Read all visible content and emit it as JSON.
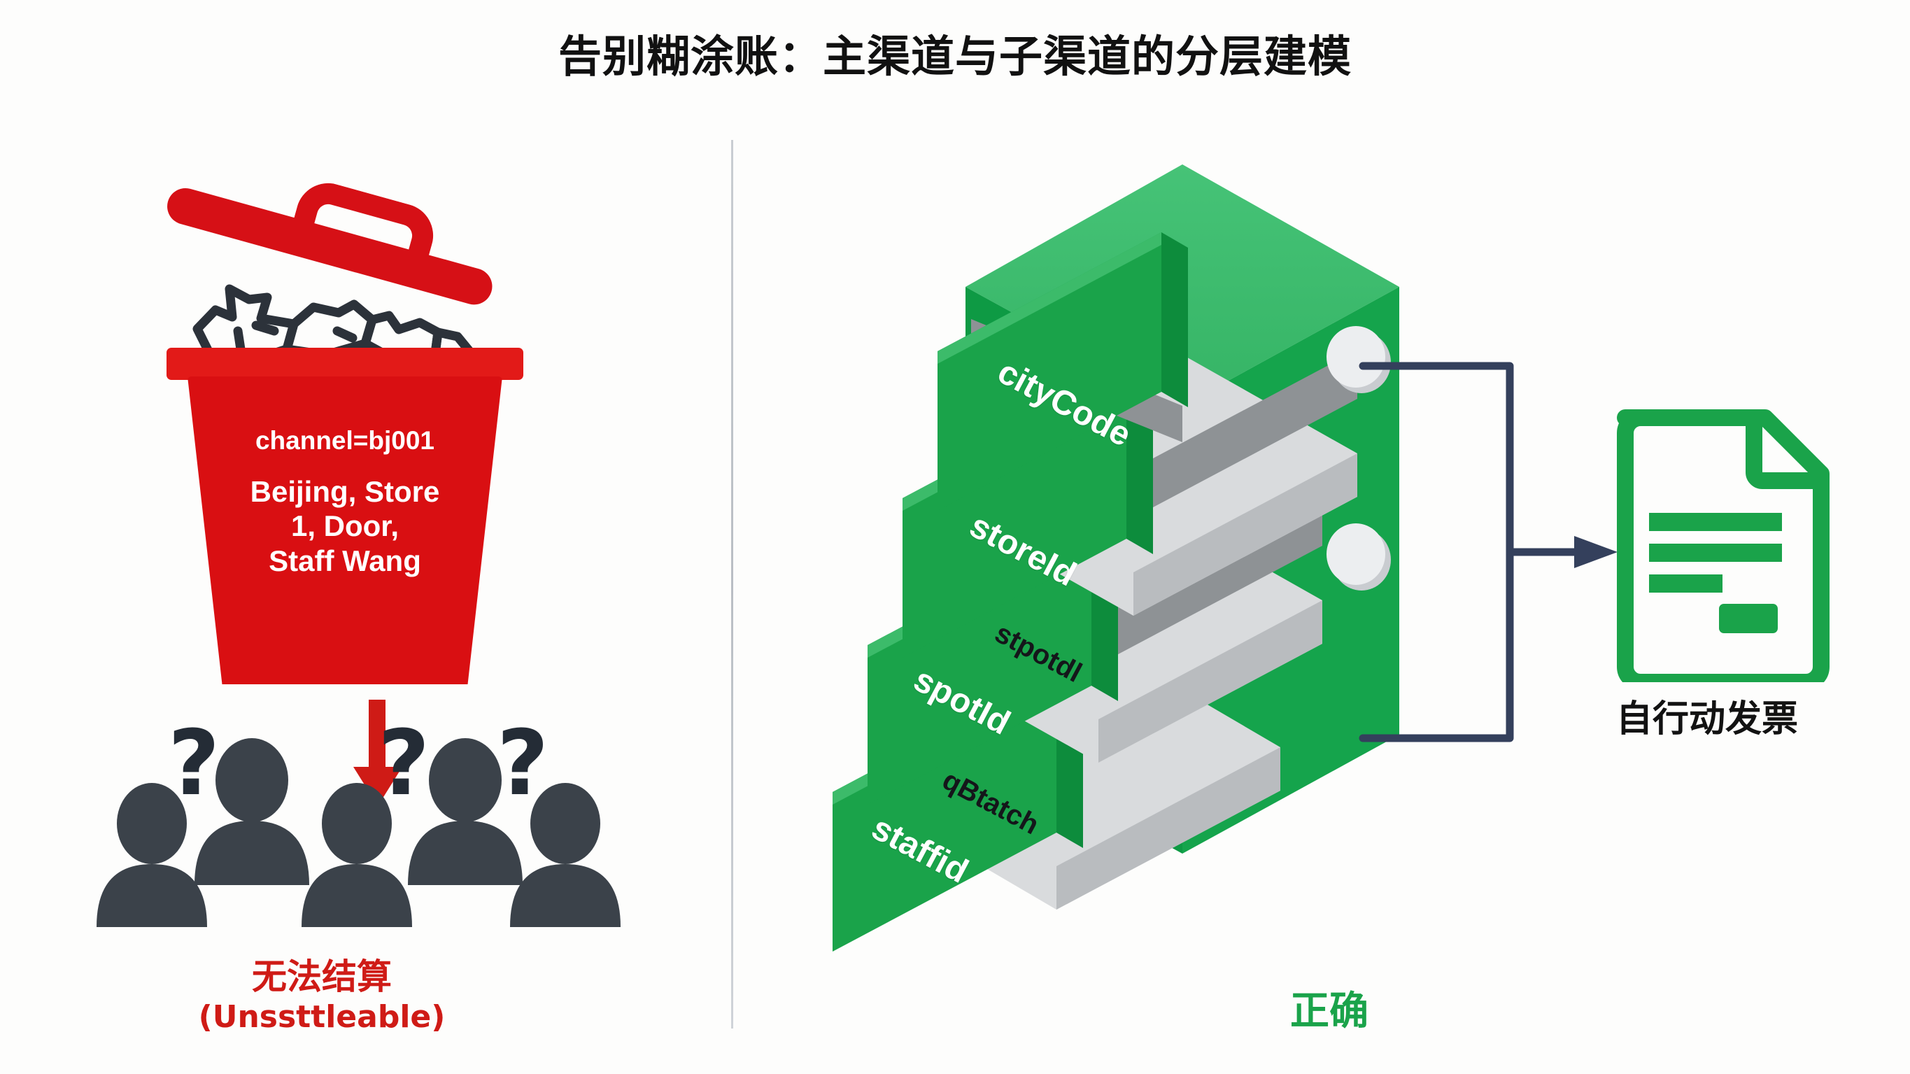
{
  "title": "告别糊涂账：主渠道与子渠道的分层建模",
  "colors": {
    "background": "#fdfdfc",
    "title_text": "#111111",
    "bad_red": "#d90f12",
    "bad_red_light": "#e21a18",
    "caption_red": "#cf1b16",
    "good_green": "#1aa34a",
    "green_light": "#3cbb6a",
    "green_dark": "#0f9b43",
    "people_grey": "#3b424a",
    "connector_navy": "#34405c",
    "drawer_slab": "#e4e6e8",
    "divider": "#c3c8ce"
  },
  "left_panel": {
    "bin": {
      "icon": "trash-bin-open",
      "lines": [
        "channel=bj001",
        "Beijing, Store",
        "1, Door,",
        "Staff Wang"
      ]
    },
    "arrow": {
      "icon": "down-arrow",
      "color": "#cf1b16"
    },
    "crowd": {
      "icon": "people-group",
      "person_count": 5,
      "question_marks": 3
    },
    "caption": {
      "zh": "无法结算",
      "en": "(Unssttleable)"
    }
  },
  "right_panel": {
    "cabinet": {
      "icon": "filing-cabinet",
      "drawers": [
        {
          "label": "cityCode",
          "slab_label": ""
        },
        {
          "label": "storeId",
          "slab_label": "stpotdl"
        },
        {
          "label": "spotId",
          "slab_label": "qBtatch"
        },
        {
          "label": "staffid",
          "slab_label": ""
        }
      ],
      "knobs": 2
    },
    "connector": {
      "icon": "bracket-arrow-right"
    },
    "document": {
      "icon": "invoice-document",
      "label": "自行动发票"
    },
    "caption": "正确"
  }
}
